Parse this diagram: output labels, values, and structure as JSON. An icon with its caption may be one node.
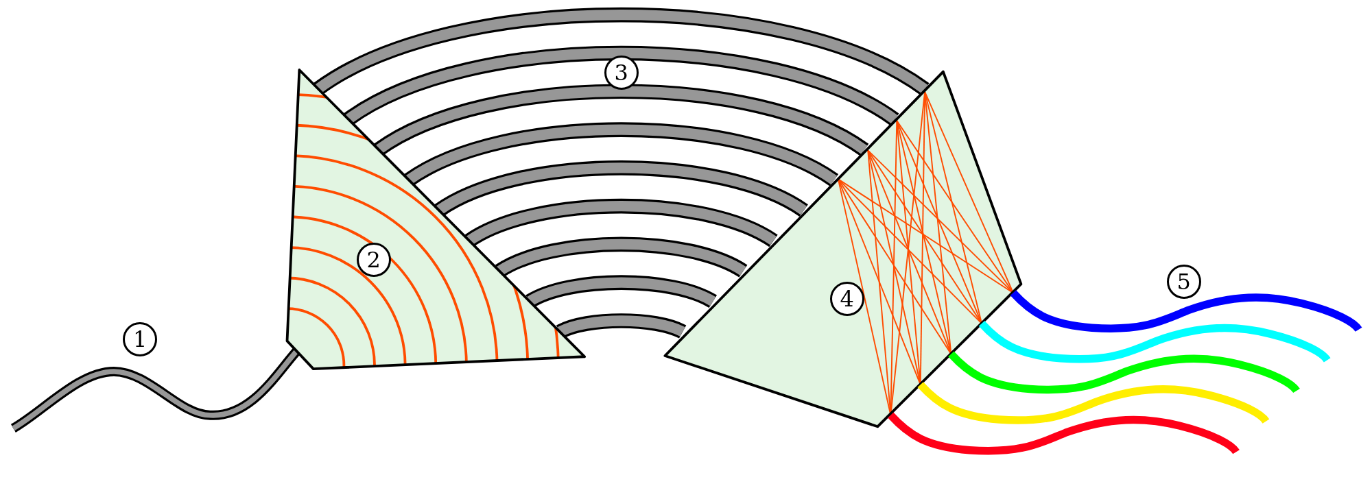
{
  "diagram": {
    "labels": [
      "1",
      "2",
      "3",
      "4",
      "5"
    ]
  }
}
